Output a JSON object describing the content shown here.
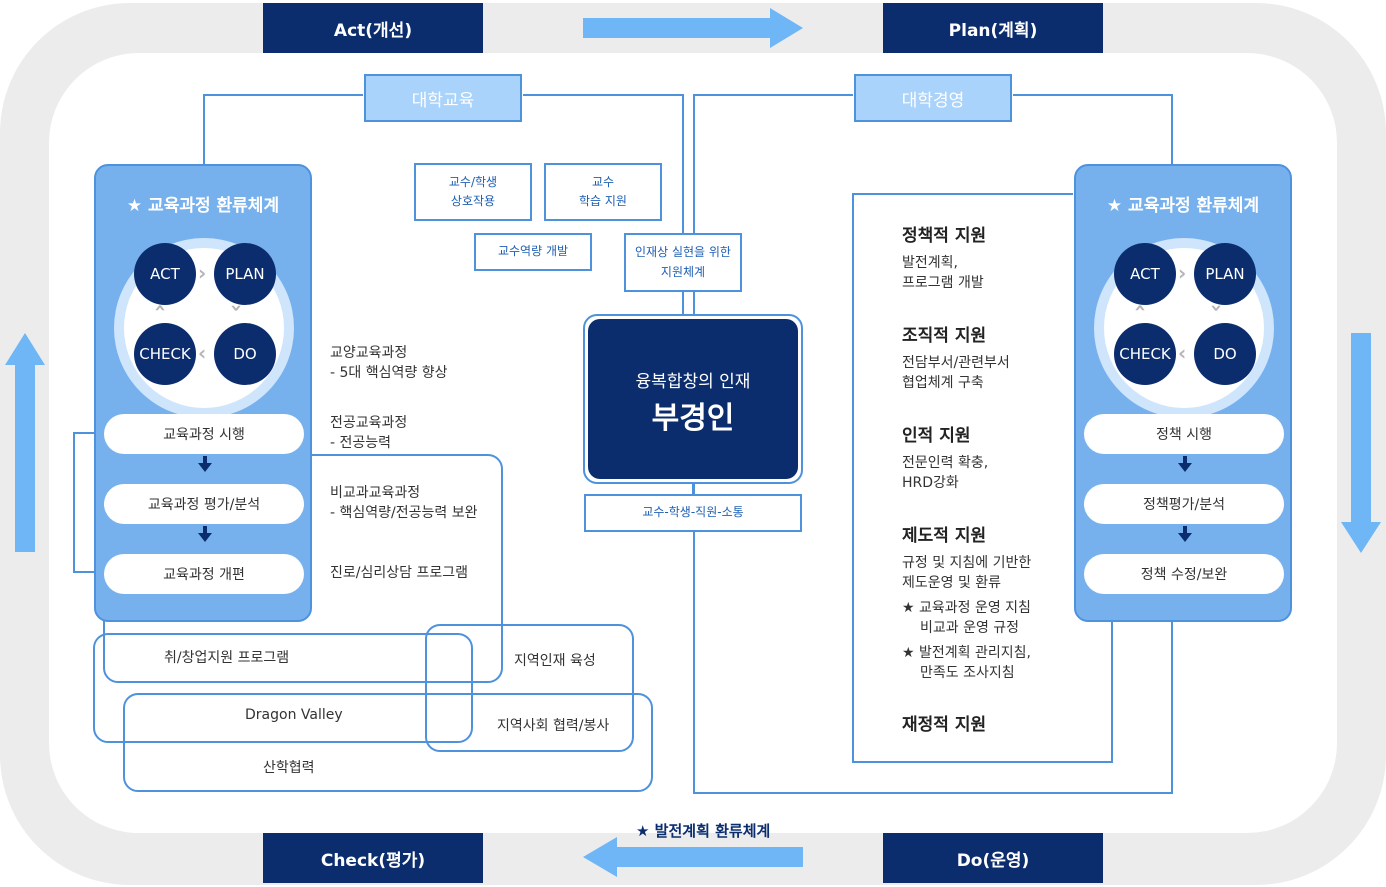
{
  "phases": {
    "act": "Act(개선)",
    "plan": "Plan(계획)",
    "check": "Check(평가)",
    "do": "Do(운영)"
  },
  "headers": {
    "education": "대학교육",
    "management": "대학경영"
  },
  "small_boxes": {
    "interaction": [
      "교수/학생",
      "상호작용"
    ],
    "learning": [
      "교수",
      "학습 지원"
    ],
    "faculty": "교수역량 개발",
    "talent_support": [
      "인재상 실현을 위한",
      "지원체계"
    ],
    "communication": "교수-학생-직원-소통"
  },
  "core": {
    "subtitle": "융복합창의 인재",
    "title": "부경인"
  },
  "cycle": {
    "title": "★ 교육과정 환류체계",
    "act": "ACT",
    "plan": "PLAN",
    "check": "CHECK",
    "do": "DO"
  },
  "left_panel": {
    "steps": [
      "교육과정 시행",
      "교육과정 평가/분석",
      "교육과정 개편"
    ]
  },
  "right_panel": {
    "steps": [
      "정책 시행",
      "정책평가/분석",
      "정책 수정/보완"
    ]
  },
  "programs": {
    "liberal": [
      "교양교육과정",
      "- 5대 핵심역량 향상"
    ],
    "major": [
      "전공교육과정",
      "- 전공능력"
    ],
    "nondegree": [
      "비교과교육과정",
      "- 핵심역량/전공능력 보완"
    ],
    "counseling": "진로/심리상담 프로그램",
    "career": "취/창업지원 프로그램",
    "regional_talent": "지역인재 육성",
    "dragon_valley": "Dragon Valley",
    "community": "지역사회 협력/봉사",
    "industry": "산학협력"
  },
  "supports": [
    {
      "title": "정책적 지원",
      "desc": [
        "발전계획,",
        "프로그램 개발"
      ]
    },
    {
      "title": "조직적 지원",
      "desc": [
        "전담부서/관련부서",
        "협업체계 구축"
      ]
    },
    {
      "title": "인적 지원",
      "desc": [
        "전문인력 확충,",
        "HRD강화"
      ]
    },
    {
      "title": "제도적 지원",
      "desc": [
        "규정 및 지침에 기반한",
        "제도운영 및 환류"
      ]
    },
    {
      "title": "재정적 지원",
      "desc": []
    }
  ],
  "institutional_items": [
    [
      "★ 교육과정 운영 지침",
      "비교과 운영 규정"
    ],
    [
      "★ 발전계획 관리지침,",
      "만족도 조사지침"
    ]
  ],
  "bottom_caption": "★ 발전계획 환류체계",
  "colors": {
    "navy": "#0b2d6e",
    "light_blue": "#76b1ee",
    "line_blue": "#4e92dc",
    "arrow_blue": "#6fb6f6",
    "ring_gray": "#ececec"
  }
}
